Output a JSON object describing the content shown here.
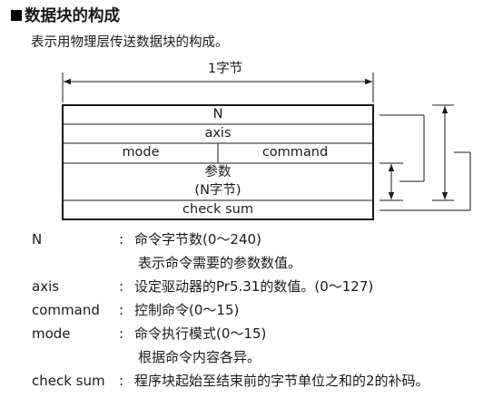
{
  "heading": "数据块的构成",
  "subtitle": "表示用物理层传送数据块的构成。",
  "byte_label": "1字节",
  "block": {
    "n": "N",
    "axis": "axis",
    "mode": "mode",
    "command": "command",
    "param_line1": "参数",
    "param_line2": "(N字节)",
    "checksum": "check sum"
  },
  "definitions": [
    {
      "term": "N",
      "colon": ":",
      "text": "命令字节数(0～240)",
      "note": "表示命令需要的参数数值。"
    },
    {
      "term": "axis",
      "colon": ":",
      "text": "设定驱动器的Pr5.31的数值。(0～127)"
    },
    {
      "term": "command",
      "colon": ":",
      "text": "控制命令(0～15)"
    },
    {
      "term": "mode",
      "colon": ":",
      "text": "命令执行模式(0～15)",
      "note": "根据命令内容各异。"
    },
    {
      "term": "check sum",
      "colon": ":",
      "text": "程序块起始至结束前的字节单位之和的2的补码。"
    }
  ]
}
